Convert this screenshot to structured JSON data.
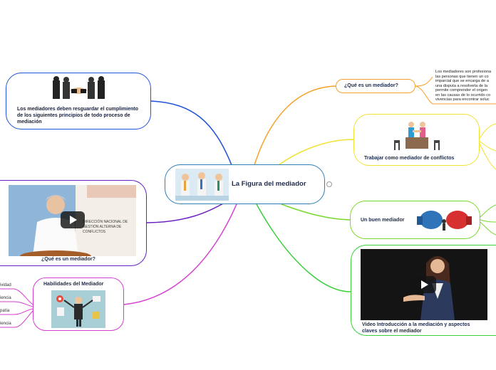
{
  "central": {
    "title": "La Figura del mediador"
  },
  "left": {
    "principles": {
      "label": "Los mediadores deben resguardar el cumplimiento de los siguientes principios de todo proceso de mediación"
    },
    "video": {
      "label": "¿Qué es un mediador?",
      "banner": "DIRECCIÓN NACIONAL DE GESTIÓN ALTERNA DE CONFLICTOS"
    },
    "skills": {
      "label": "Habilidades del Mediador",
      "sub_items": [
        "ividad",
        "iencia",
        "patía",
        "iencia"
      ]
    }
  },
  "right": {
    "what": {
      "label": "¿Qué es un mediador?",
      "description": [
        "Los mediadores son profesiona",
        "las personas que tienen un co",
        "imparcial que se encarga de a",
        "una disputa a resolverla de la",
        "permite comprender el origen",
        "en las causas de lo ocurrido co",
        "vivencias para encontrar soluc"
      ]
    },
    "work": {
      "label": "Trabajar como mediador de conflictos"
    },
    "good": {
      "label": "Un buen mediador"
    },
    "video": {
      "label": "Video Introducción a la mediación y aspectos claves sobre el mediador"
    }
  },
  "colors": {
    "central": "#2f7fb5",
    "principles": "#1f52d6",
    "video_left": "#6a1fc2",
    "skills": "#d43fd0",
    "what": "#f5a12a",
    "work": "#f2e233",
    "good": "#79d82c",
    "video_right": "#3ccf3c"
  }
}
